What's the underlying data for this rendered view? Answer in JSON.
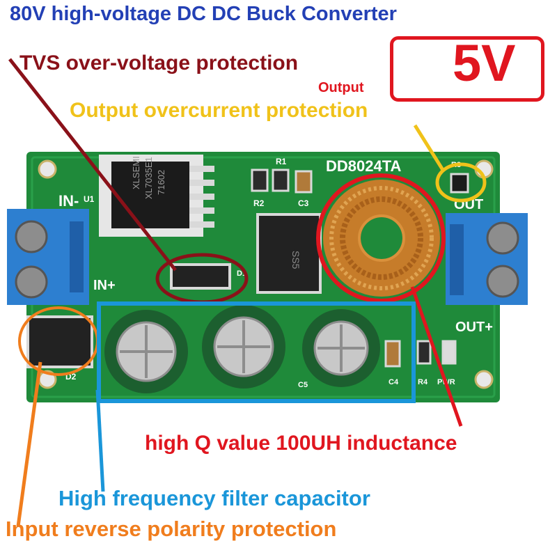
{
  "title": "80V high-voltage DC DC Buck Converter",
  "voltage": "5V",
  "voltage_caption": "Output",
  "labels": {
    "tvs": "TVS over-voltage protection",
    "overcurrent": "Output overcurrent protection",
    "inductance": "high Q value 100UH inductance",
    "capacitor": "High frequency filter capacitor",
    "reverse": "Input reverse polarity protection"
  },
  "board": {
    "model": "DD8024TA",
    "in_minus": "IN-",
    "in_plus": "IN+",
    "out": "OUT",
    "out_plus": "OUT+",
    "ic_lines": [
      "XLSEMI",
      "XL7035E1",
      "71602"
    ],
    "u1": "U1",
    "r1": "R1",
    "r2": "R2",
    "c3": "C3",
    "r3": "R3",
    "d1": "D1",
    "d2": "D2",
    "c4": "C4",
    "c5": "C5",
    "r4": "R4",
    "pwr": "PWR",
    "diode_mark": "SS5"
  },
  "colors": {
    "title": "#2340b5",
    "tvs": "#8a1119",
    "red": "#e0161f",
    "yellow": "#f0c21a",
    "blue": "#1a96d9",
    "orange": "#f07d1d",
    "pcb": "#1f8a3a",
    "terminal": "#2d7fd0"
  }
}
